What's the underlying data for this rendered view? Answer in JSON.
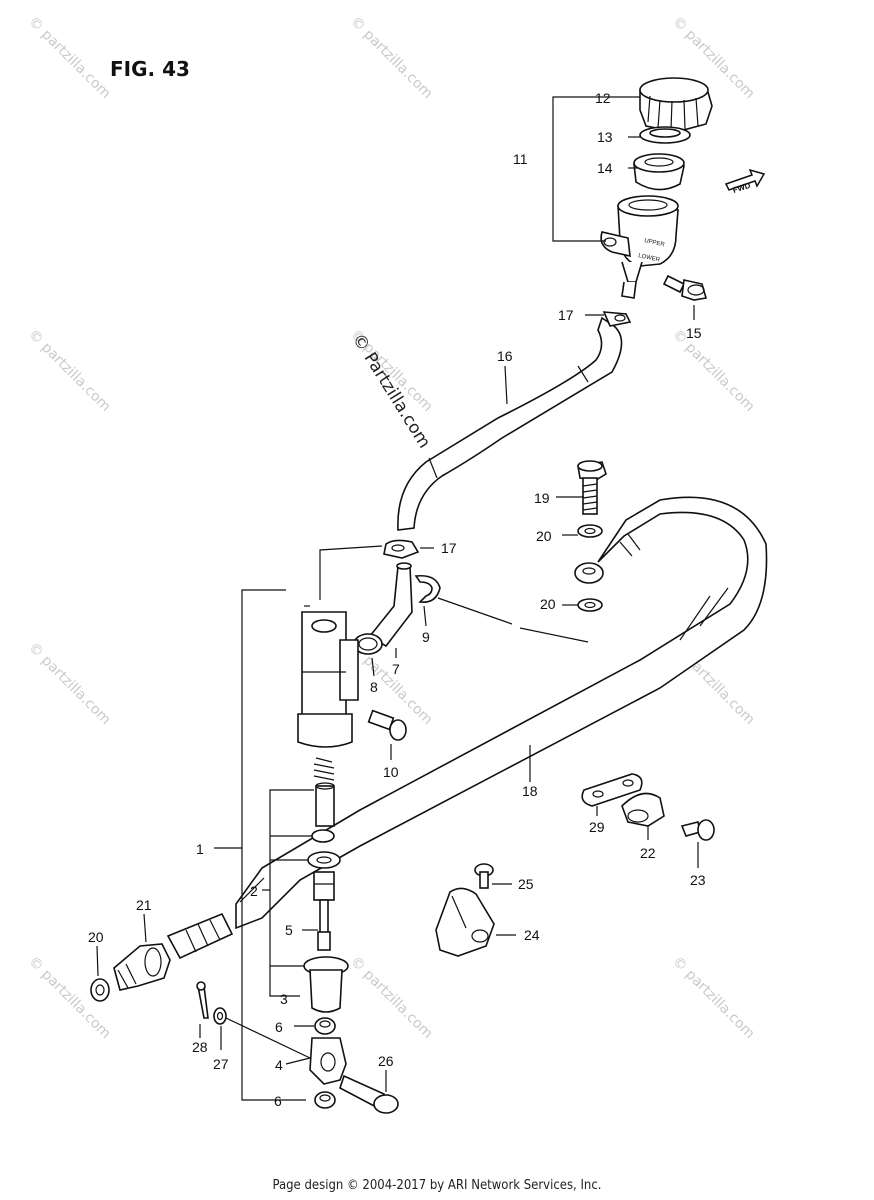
{
  "figure": {
    "title": "FIG. 43"
  },
  "fwd_label": "FWD",
  "master_cylinder_labels": {
    "upper": "UPPER",
    "lower": "LOWER"
  },
  "copyright_watermark": "© Partzilla.com",
  "watermark_text": "© partzilla.com",
  "callouts": [
    "1",
    "2",
    "3",
    "4",
    "5",
    "6",
    "6",
    "7",
    "8",
    "9",
    "10",
    "11",
    "12",
    "13",
    "14",
    "15",
    "16",
    "17",
    "17",
    "18",
    "19",
    "20",
    "20",
    "20",
    "21",
    "22",
    "23",
    "24",
    "25",
    "26",
    "27",
    "28",
    "29"
  ],
  "footer": "Page design © 2004-2017 by ARI Network Services, Inc."
}
